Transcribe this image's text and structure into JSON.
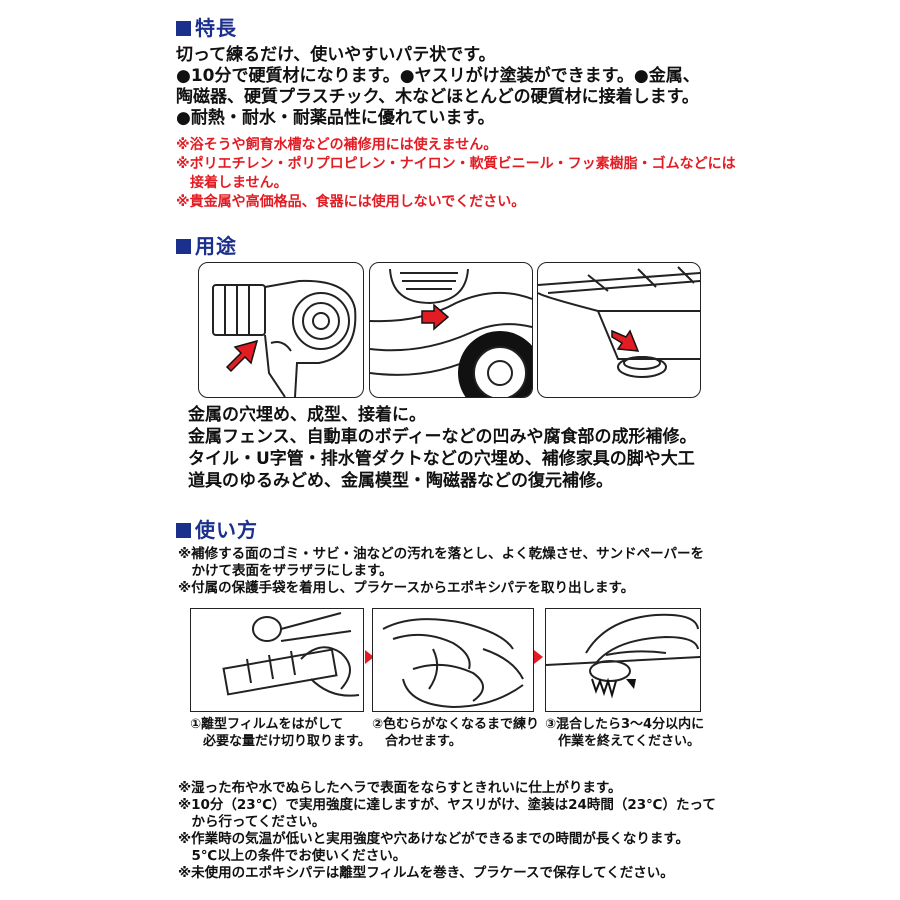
{
  "features": {
    "heading": "特長",
    "lines": [
      "切って練るだけ、使いやすいパテ状です。",
      "●10分で硬質材になります。●ヤスリがけ塗装ができます。●金属、",
      "陶磁器、硬質プラスチック、木などほとんどの硬質材に接着します。",
      "●耐熱・耐水・耐薬品性に優れています。"
    ],
    "warnings": [
      "※浴そうや飼育水槽などの補修用には使えません。",
      "※ポリエチレン・ポリプロピレン・ナイロン・軟質ビニール・フッ素樹脂・ゴムなどには",
      "　接着しません。",
      "※貴金属や高価格品、食器には使用しないでください。"
    ]
  },
  "uses": {
    "heading": "用途",
    "illustrations": [
      "hair-dryer",
      "car-fender",
      "bathtub-drain"
    ],
    "lines": [
      "金属の穴埋め、成型、接着に。",
      "金属フェンス、自動車のボディーなどの凹みや腐食部の成形補修。",
      "タイル・U字管・排水管ダクトなどの穴埋め、補修家具の脚や大工",
      "道具のゆるみどめ、金属模型・陶磁器などの復元補修。"
    ]
  },
  "howto": {
    "heading": "使い方",
    "prep_notes": [
      "※補修する面のゴミ・サビ・油などの汚れを落とし、よく乾燥させ、サンドペーパーを",
      "　かけて表面をザラザラにします。",
      "※付属の保護手袋を着用し、プラケースからエポキシパテを取り出します。"
    ],
    "steps": [
      {
        "lines": [
          "①離型フィルムをはがして",
          "　必要な量だけ切り取ります。"
        ]
      },
      {
        "lines": [
          "②色むらがなくなるまで練り",
          "　合わせます。"
        ]
      },
      {
        "lines": [
          "③混合したら3～4分以内に",
          "　作業を終えてください。"
        ]
      }
    ],
    "bottom_notes": [
      "※湿った布や水でぬらしたヘラで表面をならすときれいに仕上がります。",
      "※10分（23℃）で実用強度に達しますが、ヤスリがけ、塗装は24時間（23℃）たって",
      "　から行ってください。",
      "※作業時の気温が低いと実用強度や穴あけなどができるまでの時間が長くなります。",
      "　5℃以上の条件でお使いください。",
      "※未使用のエポキシパテは離型フィルムを巻き、プラケースで保存してください。"
    ]
  },
  "colors": {
    "heading": "#1b2f8c",
    "warning": "#e31b23",
    "arrow": "#e31b23"
  }
}
